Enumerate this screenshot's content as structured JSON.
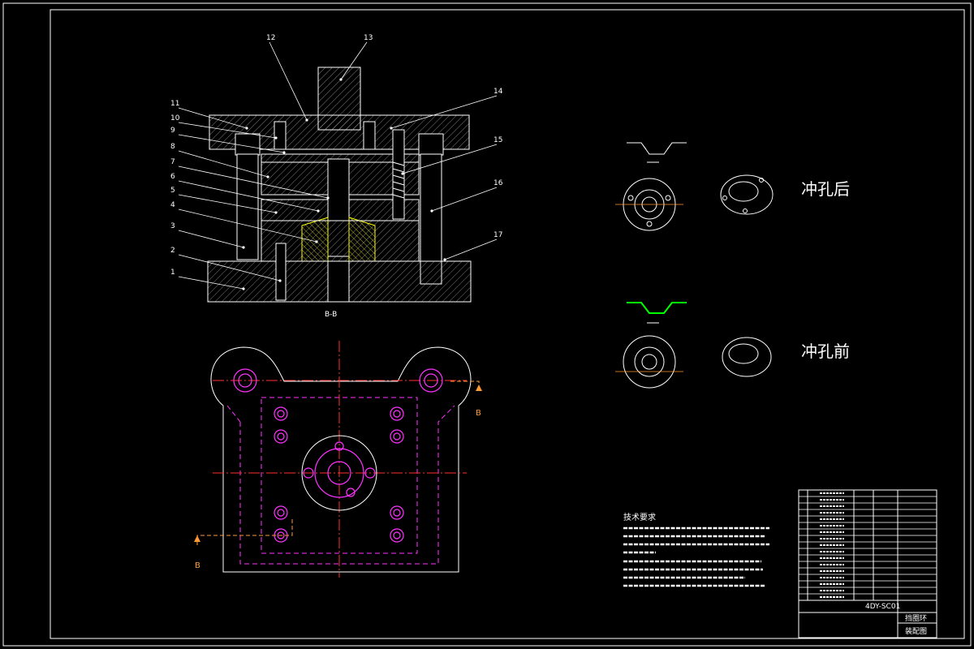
{
  "drawing": {
    "part_labels": [
      "1",
      "2",
      "3",
      "4",
      "5",
      "6",
      "7",
      "8",
      "9",
      "10",
      "11",
      "12",
      "13",
      "14",
      "15",
      "16",
      "17"
    ],
    "section_label": "B-B",
    "section_marker": "B",
    "view_titles": {
      "after_punching": "冲孔后",
      "before_punching": "冲孔前"
    },
    "tech_requirements_title": "技术要求",
    "title_block": {
      "drawing_no": "4DY-SC01",
      "part_name": "挡圈环",
      "drawing_type": "装配图"
    },
    "colors": {
      "background": "#000000",
      "outline": "#ffffff",
      "hatch_accent": "#ffff00",
      "holes": "#ff33ff",
      "centerline": "#ff3030",
      "section_line": "#ff9933",
      "blank_strip": "#00ff00"
    }
  }
}
